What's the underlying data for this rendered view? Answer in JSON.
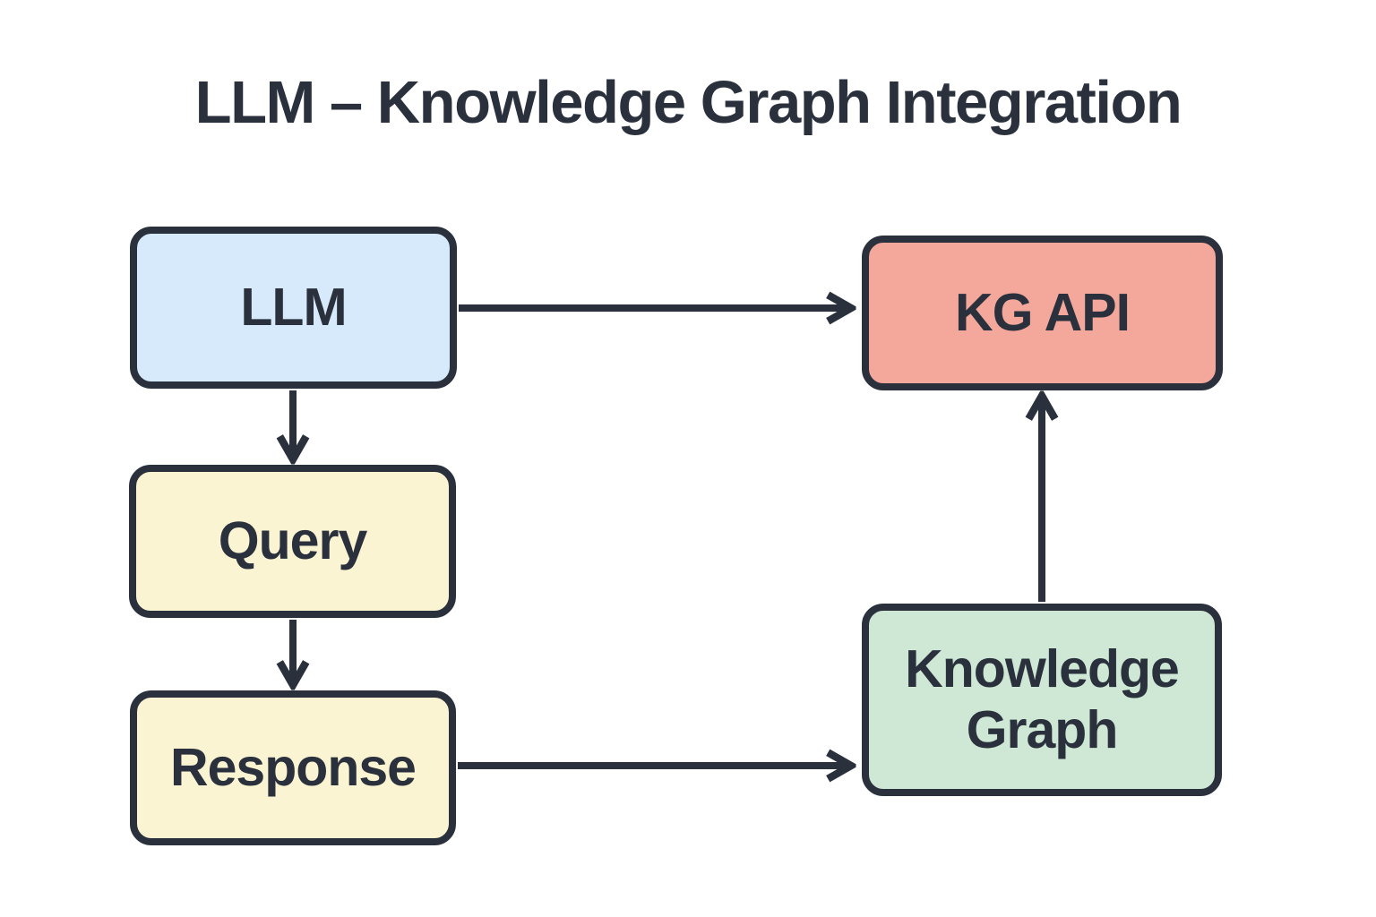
{
  "title": "LLM – Knowledge Graph Integration",
  "colors": {
    "background": "#ffffff",
    "stroke": "#2a313d",
    "text": "#2a313d",
    "llm_fill": "#d6eafb",
    "query_fill": "#fbf4d2",
    "response_fill": "#fbf4d2",
    "kg_api_fill": "#f4a79b",
    "knowledge_graph_fill": "#cfe8d5"
  },
  "nodes": {
    "llm": {
      "label": "LLM"
    },
    "query": {
      "label": "Query"
    },
    "response": {
      "label": "Response"
    },
    "kg_api": {
      "label": "KG API"
    },
    "knowledge_graph": {
      "label": "Knowledge Graph"
    }
  },
  "edges": [
    {
      "from": "LLM",
      "to": "KG API",
      "direction": "right"
    },
    {
      "from": "LLM",
      "to": "Query",
      "direction": "down"
    },
    {
      "from": "Query",
      "to": "Response",
      "direction": "down"
    },
    {
      "from": "Response",
      "to": "Knowledge Graph",
      "direction": "right"
    },
    {
      "from": "Knowledge Graph",
      "to": "KG API",
      "direction": "up"
    }
  ]
}
